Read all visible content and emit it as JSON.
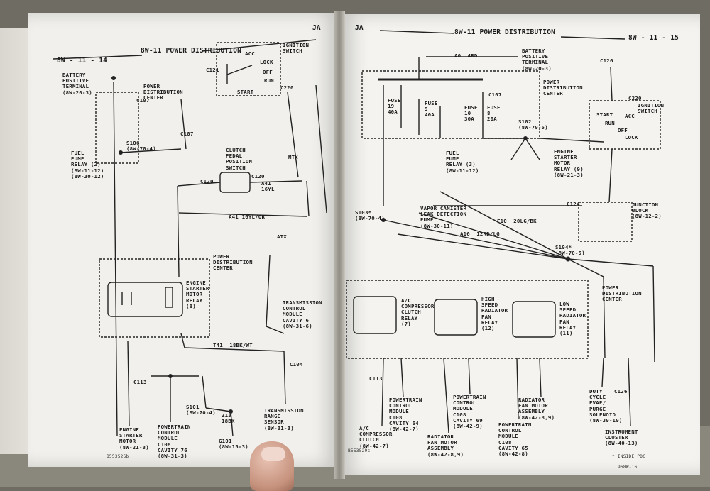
{
  "left_page": {
    "page_number": "8W - 11 - 14",
    "section_title": "8W-11 POWER DISTRIBUTION",
    "vehicle_code": "JA",
    "figure_id": "B553526b",
    "labels": {
      "battery": "BATTERY\nPOSITIVE\nTERMINAL\n(8W-20-3)",
      "pdc_top": "POWER\nDISTRIBUTION\nCENTER",
      "ignition_switch": "IGNITION\nSWITCH",
      "acc": "ACC",
      "lock": "LOCK",
      "off": "OFF",
      "run": "RUN",
      "start": "START",
      "c220": "C220",
      "c121": "C121",
      "c107a": "C107",
      "c107b": "C107",
      "s106": "S106\n(8W-70-4)",
      "fuel_pump_relay": "FUEL\nPUMP\nRELAY (2)\n(8W-11-12)\n(8W-30-12)",
      "clutch_switch": "CLUTCH\nPEDAL\nPOSITION\nSWITCH",
      "c120a": "C120",
      "c120b": "C120",
      "mtx": "MTX",
      "atx": "ATX",
      "wire_a41": "A41\n16YL",
      "wire_a41b": "A41 16YL/OR",
      "pdc_mid": "POWER\nDISTRIBUTION\nCENTER",
      "starter_relay": "ENGINE\nSTARTER\nMOTOR\nRELAY\n(8)",
      "tcm": "TRANSMISSION\nCONTROL\nMODULE\nCAVITY 6\n(8W-31-6)",
      "c104": "C104",
      "c113": "C113",
      "wire_t41": "T41  18BK/WT",
      "trs": "TRANSMISSION\nRANGE\nSENSOR\n(8W-31-3)",
      "starter_motor": "ENGINE\nSTARTER\nMOTOR\n(8W-21-3)",
      "pcm": "POWERTRAIN\nCONTROL\nMODULE\nC108\nCAVITY 76\n(8W-31-3)",
      "s101": "S101\n(8W-70-4)",
      "g101": "G101\n(8W-15-3)",
      "z13": "Z13\n18BK"
    }
  },
  "right_page": {
    "page_number": "8W - 11 - 15",
    "section_title": "8W-11 POWER DISTRIBUTION",
    "vehicle_code": "JA",
    "figure_id": "B553529c",
    "footer_note": "* INSIDE PDC",
    "footer_code": "968W-16",
    "labels": {
      "battery": "BATTERY\nPOSITIVE\nTERMINAL\n(8W-20-3)",
      "a0_wire": "A0  4RD",
      "pdc_top": "POWER\nDISTRIBUTION\nCENTER",
      "c126": "C126",
      "c220": "C220",
      "ignition_switch": "IGNITION\nSWITCH",
      "start": "START",
      "run": "RUN",
      "acc": "ACC",
      "off": "OFF",
      "lock": "LOCK",
      "fuse_19": "FUSE\n19\n40A",
      "fuse_9": "FUSE\n9\n40A",
      "fuse_10": "FUSE\n10\n30A",
      "fuse_8": "FUSE\n8\n20A",
      "c107": "C107",
      "s102": "S102\n(8W-70-5)",
      "fuel_pump_relay": "FUEL\nPUMP\nRELAY (3)\n(8W-11-12)",
      "starter_relay_ref": "ENGINE\nSTARTER\nMOTOR\nRELAY (9)\n(8W-21-3)",
      "junction_block": "JUNCTION\nBLOCK\n(8W-12-2)",
      "c124": "C124",
      "s103": "S103*\n(8W-70-4)",
      "vapor_pump": "VAPOR CANISTER\nLEAK DETECTION\nPUMP\n(8W-30-11)",
      "f10": "F10  20LG/BK",
      "a16": "A16  12RD/LG",
      "s104": "S104*\n(8W-70-5)",
      "pdc_mid": "POWER\nDISTRIBUTION\nCENTER",
      "ac_relay": "A/C\nCOMPRESSOR\nCLUTCH\nRELAY\n(7)",
      "high_speed": "HIGH\nSPEED\nRADIATOR\nFAN\nRELAY\n(12)",
      "low_speed": "LOW\nSPEED\nRADIATOR\nFAN\nRELAY\n(11)",
      "c113": "C113",
      "c126b": "C126",
      "ac_clutch": "A/C\nCOMPRESSOR\nCLUTCH\n(8W-42-7)",
      "pcm64": "POWERTRAIN\nCONTROL\nMODULE\nC108\nCAVITY 64\n(8W-42-7)",
      "pcm69": "POWERTRAIN\nCONTROL\nMODULE\nC108\nCAVITY 69\n(8W-42-9)",
      "rad_motor": "RADIATOR\nFAN MOTOR\nASSEMBLY\n(8W-42-8,9)",
      "pcm65": "POWERTRAIN\nCONTROL\nMODULE\nC108\nCAVITY 65\n(8W-42-8)",
      "rad_assy": "RADIATOR\nFAN MOTOR\nASSEMBLY\n(8W-42-8,9)",
      "duty_cycle": "DUTY\nCYCLE\nEVAP/\nPURGE\nSOLENOID\n(8W-30-10)",
      "cluster": "INSTRUMENT\nCLUSTER\n(8W-40-13)"
    }
  }
}
